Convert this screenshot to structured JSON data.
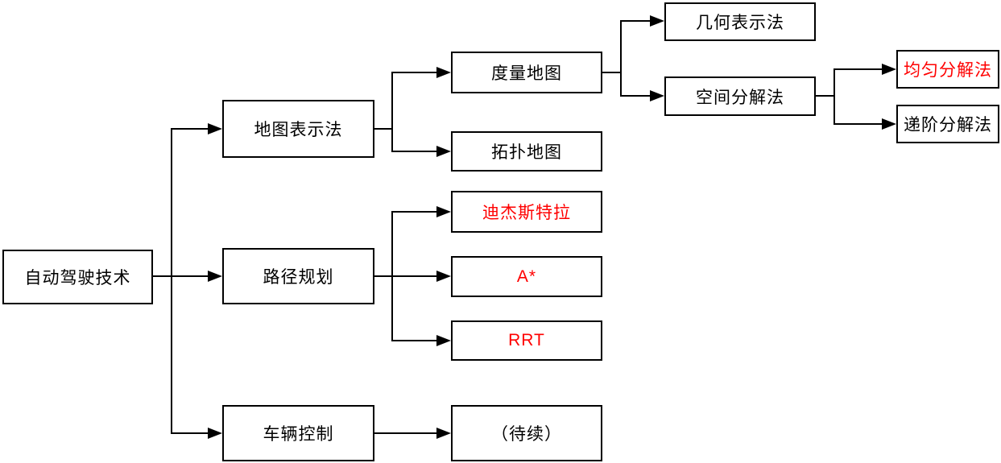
{
  "colors": {
    "text_default": "#000000",
    "text_highlight": "#ff0000",
    "box_border": "#000000",
    "line": "#000000",
    "background": "#ffffff"
  },
  "nodes": {
    "root": {
      "label": "自动驾驶技术",
      "color": "#000000"
    },
    "map_representation": {
      "label": "地图表示法",
      "color": "#000000"
    },
    "metric_map": {
      "label": "度量地图",
      "color": "#000000"
    },
    "topological_map": {
      "label": "拓扑地图",
      "color": "#000000"
    },
    "geometric_representation": {
      "label": "几何表示法",
      "color": "#000000"
    },
    "spatial_decomposition": {
      "label": "空间分解法",
      "color": "#000000"
    },
    "uniform_decomposition": {
      "label": "均匀分解法",
      "color": "#ff0000"
    },
    "hierarchical_decomposition": {
      "label": "递阶分解法",
      "color": "#000000"
    },
    "path_planning": {
      "label": "路径规划",
      "color": "#000000"
    },
    "dijkstra": {
      "label": "迪杰斯特拉",
      "color": "#ff0000"
    },
    "a_star": {
      "label": "A*",
      "color": "#ff0000"
    },
    "rrt": {
      "label": "RRT",
      "color": "#ff0000"
    },
    "vehicle_control": {
      "label": "车辆控制",
      "color": "#000000"
    },
    "to_be_continued": {
      "label": "（待续）",
      "color": "#000000"
    }
  },
  "edges": [
    {
      "from": "root",
      "to": "map_representation"
    },
    {
      "from": "root",
      "to": "path_planning"
    },
    {
      "from": "root",
      "to": "vehicle_control"
    },
    {
      "from": "map_representation",
      "to": "metric_map"
    },
    {
      "from": "map_representation",
      "to": "topological_map"
    },
    {
      "from": "metric_map",
      "to": "geometric_representation"
    },
    {
      "from": "metric_map",
      "to": "spatial_decomposition"
    },
    {
      "from": "spatial_decomposition",
      "to": "uniform_decomposition"
    },
    {
      "from": "spatial_decomposition",
      "to": "hierarchical_decomposition"
    },
    {
      "from": "path_planning",
      "to": "dijkstra"
    },
    {
      "from": "path_planning",
      "to": "a_star"
    },
    {
      "from": "path_planning",
      "to": "rrt"
    },
    {
      "from": "vehicle_control",
      "to": "to_be_continued"
    }
  ]
}
